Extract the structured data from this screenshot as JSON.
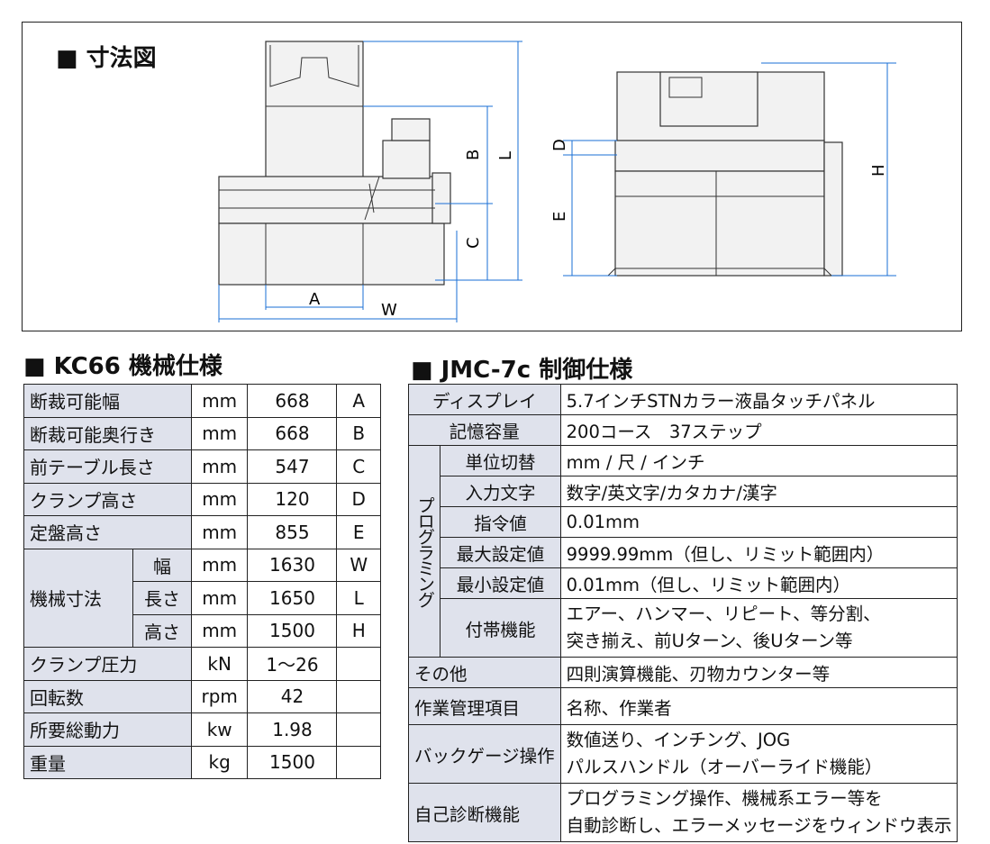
{
  "diagram": {
    "title": "■ 寸法図",
    "labels": {
      "A": "A",
      "B": "B",
      "C": "C",
      "L": "L",
      "W": "W",
      "D": "D",
      "E": "E",
      "H": "H"
    }
  },
  "machine_spec": {
    "title": "■ KC66 機械仕様",
    "rows": [
      {
        "label": "断裁可能幅",
        "unit": "mm",
        "value": "668",
        "code": "A"
      },
      {
        "label": "断裁可能奥行き",
        "unit": "mm",
        "value": "668",
        "code": "B"
      },
      {
        "label": "前テーブル長さ",
        "unit": "mm",
        "value": "547",
        "code": "C"
      },
      {
        "label": "クランプ高さ",
        "unit": "mm",
        "value": "120",
        "code": "D"
      },
      {
        "label": "定盤高さ",
        "unit": "mm",
        "value": "855",
        "code": "E"
      }
    ],
    "size_group": {
      "label": "機械寸法",
      "rows": [
        {
          "sub": "幅",
          "unit": "mm",
          "value": "1630",
          "code": "W"
        },
        {
          "sub": "長さ",
          "unit": "mm",
          "value": "1650",
          "code": "L"
        },
        {
          "sub": "高さ",
          "unit": "mm",
          "value": "1500",
          "code": "H"
        }
      ]
    },
    "rows2": [
      {
        "label": "クランプ圧力",
        "unit": "kN",
        "value": "1〜26",
        "code": ""
      },
      {
        "label": "回転数",
        "unit": "rpm",
        "value": "42",
        "code": ""
      },
      {
        "label": "所要総動力",
        "unit": "kw",
        "value": "1.98",
        "code": ""
      },
      {
        "label": "重量",
        "unit": "kg",
        "value": "1500",
        "code": ""
      }
    ]
  },
  "control_spec": {
    "title": "■ JMC-7c 制御仕様",
    "display": {
      "label": "ディスプレイ",
      "value": "5.7インチSTNカラー液晶タッチパネル"
    },
    "memory": {
      "label": "記憶容量",
      "value": "200コース　37ステップ"
    },
    "programming": {
      "label": "プログラミング",
      "rows": [
        {
          "label": "単位切替",
          "value": "mm / 尺 / インチ"
        },
        {
          "label": "入力文字",
          "value": "数字/英文字/カタカナ/漢字"
        },
        {
          "label": "指令値",
          "value": "0.01mm"
        },
        {
          "label": "最大設定値",
          "value": "9999.99mm（但し、リミット範囲内）"
        },
        {
          "label": "最小設定値",
          "value": "0.01mm（但し、リミット範囲内）"
        },
        {
          "label": "付帯機能",
          "value1": "エアー、ハンマー、リピート、等分割、",
          "value2": "突き揃え、前Uターン、後Uターン等"
        }
      ]
    },
    "other": {
      "label": "その他",
      "value": "四則演算機能、刃物カウンター等"
    },
    "work": {
      "label": "作業管理項目",
      "value": "名称、作業者"
    },
    "backgauge": {
      "label": "バックゲージ操作",
      "value1": "数値送り、インチング、JOG",
      "value2": "パルスハンドル（オーバーライド機能）"
    },
    "diagnosis": {
      "label": "自己診断機能",
      "value1": "プログラミング操作、機械系エラー等を",
      "value2": "自動診断し、エラーメッセージをウィンドウ表示"
    }
  }
}
